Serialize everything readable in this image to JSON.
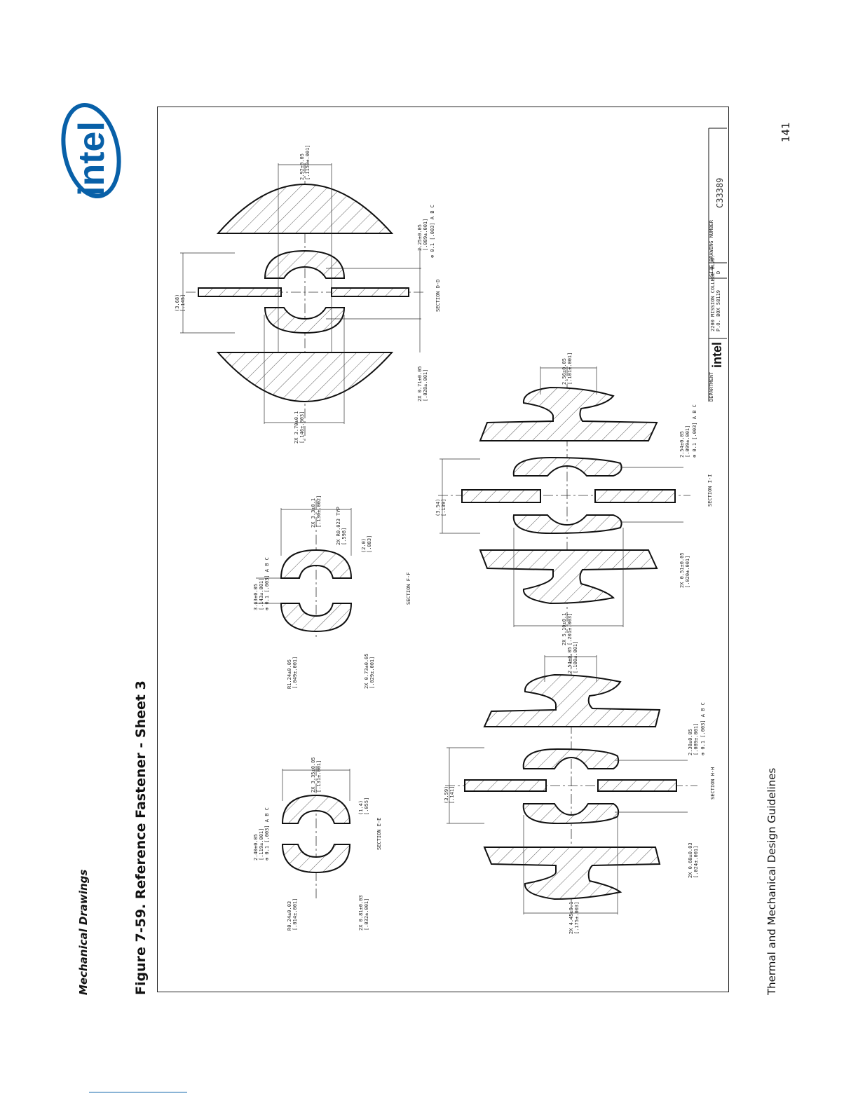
{
  "header": {
    "section_label": "Mechanical Drawings",
    "figure_title": "Figure 7-59. Reference Fastener - Sheet 3"
  },
  "logo": {
    "alt": "intel"
  },
  "footer": {
    "text": "Thermal and Mechanical Design Guidelines",
    "page_number": "141"
  },
  "drawing": {
    "sections": {
      "d": "SECTION D-D",
      "ee": "SECTION E-E",
      "ff": "SECTION F-F",
      "hh": "SECTION H-H",
      "ii": "SECTION I-I"
    },
    "dims_d": {
      "top": "2.92±0.05",
      "top_in": "[.1150±.001]",
      "height": "(3.68)",
      "height_in": "[.145]",
      "width": "2X 3.70±0.1",
      "width_in": "[.146±.003]",
      "gap": "2X 0.71±0.05",
      "gap_in": "[.028±.001]",
      "right": "2.25±0.05",
      "right_in": "[.089±.001]",
      "right_fcf": "⊕ 0.1 [.003] A B C"
    },
    "dims_e": {
      "left": "2.40±0.05",
      "left_in": "[.119±.001]",
      "left_fcf": "⊕ 0.1 [.003] A B C",
      "top": "2X 3.35±0.05",
      "top_in": "[.131±.001]",
      "radius": "R0.24±0.03",
      "radius_in": "[.014±.001]",
      "bottom": "2X 0.81±0.03",
      "bottom_in": "[.032±.001]",
      "right": "(1.4)",
      "right_in": "[.055]"
    },
    "dims_f": {
      "left": "3.63±0.05",
      "left_in": "[.143±.001]",
      "left_fcf": "⊕ 0.1 [.003] A B C",
      "top": "2X 3.3±0.1",
      "top_in": "[.130±.002]",
      "radius": "2X R0.023 TYP",
      "radius_in": "[.598]",
      "right": "(2.0)",
      "right_in": "[.083]",
      "radius_b": "R1.24±0.05",
      "radius_b_in": "[.049±.001]",
      "bottom": "2X 0.73±0.05",
      "bottom_in": "[.029±.001]"
    },
    "dims_h": {
      "top": "2.54±0.05",
      "top_in": "[.100±.001]",
      "height": "(3.59)",
      "height_in": "[.141]",
      "bottom": "2X 4.45±0.1",
      "bottom_in": "[.175±.003]",
      "right": "2.30±0.05",
      "right_in": "[.089±.001]",
      "right_fcf": "⊕ 0.1 [.003] A B C",
      "right2": "2X 0.60±0.03",
      "right2_in": "[.024±.001]"
    },
    "dims_i": {
      "top": "2.56±0.05",
      "top_in": "[.101±.001]",
      "height": "(3.54)",
      "height_in": "[.139]",
      "bottom": "2X 5.10±0.1",
      "bottom_in": "[.201±.003]",
      "right": "2.54±0.05",
      "right_in": "[.099±.001]",
      "right_fcf": "⊕ 0.1 [.003] A B C",
      "right2": "2X 0.51±0.05",
      "right2_in": "[.020±.001]"
    },
    "title_block": {
      "department": "DEPARTMENT",
      "company": "intel",
      "address": "2200 MISSION COLLEGE BLVD.",
      "city": "P.O. BOX 58119",
      "size_label": "SIZE",
      "size": "D",
      "dwg_label": "DRAWING NUMBER",
      "dwg_number": "C33389"
    }
  }
}
